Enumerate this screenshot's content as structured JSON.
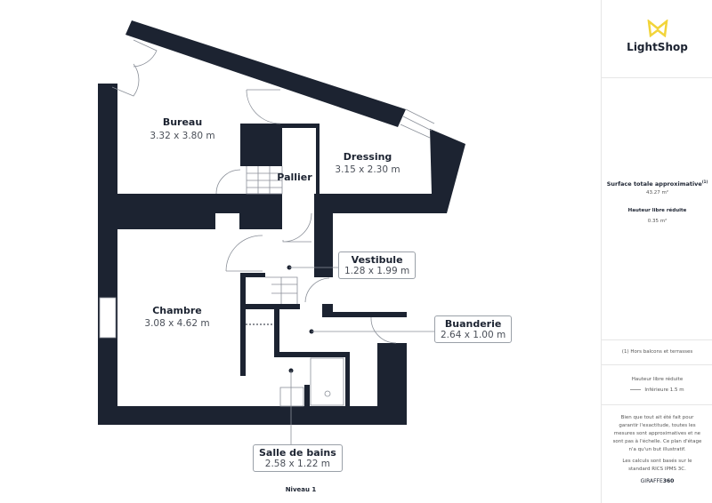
{
  "brand": {
    "name": "LightShop",
    "accent": "#f2d43a"
  },
  "rooms": [
    {
      "name": "Bureau",
      "dims": "3.32 x 3.80 m"
    },
    {
      "name": "Dressing",
      "dims": "3.15 x 2.30 m"
    },
    {
      "name": "Pallier",
      "dims": ""
    },
    {
      "name": "Chambre",
      "dims": "3.08 x 4.62 m"
    },
    {
      "name": "Vestibule",
      "dims": "1.28 x 1.99 m"
    },
    {
      "name": "Buanderie",
      "dims": "2.64 x 1.00 m"
    },
    {
      "name": "Salle de bains",
      "dims": "2.58 x 1.22 m"
    }
  ],
  "level": "Niveau 1",
  "panel": {
    "surface_label": "Surface totale approximative",
    "surface_sup": "(1)",
    "surface_value": "43.27 m²",
    "hauteur_label": "Hauteur libre réduite",
    "hauteur_value": "0.35 m²",
    "footnote": "(1) Hors balcons et terrasses",
    "legend_title": "Hauteur libre réduite",
    "legend_item": "Inférieure 1.5 m",
    "disclaimer": "Bien que tout ait été fait pour garantir l'exactitude, toutes les mesures sont approximatives et ne sont pas à l'échelle. Ce plan d'étage n'a qu'un but illustratif.",
    "calc_note": "Les calculs sont basés sur le standard RICS IPMS 3C.",
    "giraffe_a": "GIRAFFE",
    "giraffe_b": "360"
  },
  "colors": {
    "wall": "#1c2331"
  }
}
